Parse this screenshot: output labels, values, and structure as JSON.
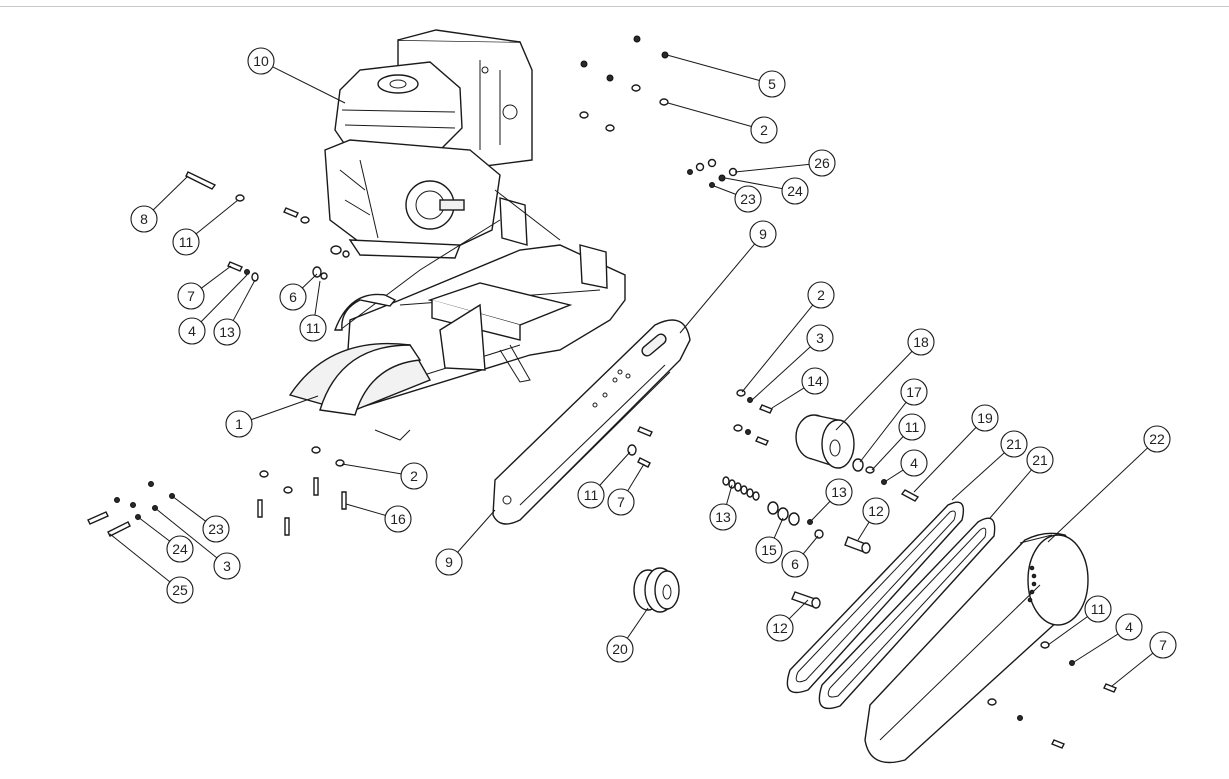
{
  "callouts": [
    {
      "n": "10"
    },
    {
      "n": "5"
    },
    {
      "n": "2"
    },
    {
      "n": "26"
    },
    {
      "n": "24"
    },
    {
      "n": "23"
    },
    {
      "n": "8"
    },
    {
      "n": "11"
    },
    {
      "n": "7"
    },
    {
      "n": "6"
    },
    {
      "n": "11"
    },
    {
      "n": "4"
    },
    {
      "n": "13"
    },
    {
      "n": "9"
    },
    {
      "n": "2"
    },
    {
      "n": "3"
    },
    {
      "n": "14"
    },
    {
      "n": "18"
    },
    {
      "n": "17"
    },
    {
      "n": "11"
    },
    {
      "n": "4"
    },
    {
      "n": "19"
    },
    {
      "n": "21"
    },
    {
      "n": "21"
    },
    {
      "n": "22"
    },
    {
      "n": "1"
    },
    {
      "n": "2"
    },
    {
      "n": "16"
    },
    {
      "n": "11"
    },
    {
      "n": "7"
    },
    {
      "n": "13"
    },
    {
      "n": "13"
    },
    {
      "n": "12"
    },
    {
      "n": "15"
    },
    {
      "n": "6"
    },
    {
      "n": "9"
    },
    {
      "n": "23"
    },
    {
      "n": "24"
    },
    {
      "n": "3"
    },
    {
      "n": "25"
    },
    {
      "n": "20"
    },
    {
      "n": "12"
    },
    {
      "n": "11"
    },
    {
      "n": "4"
    },
    {
      "n": "7"
    }
  ]
}
